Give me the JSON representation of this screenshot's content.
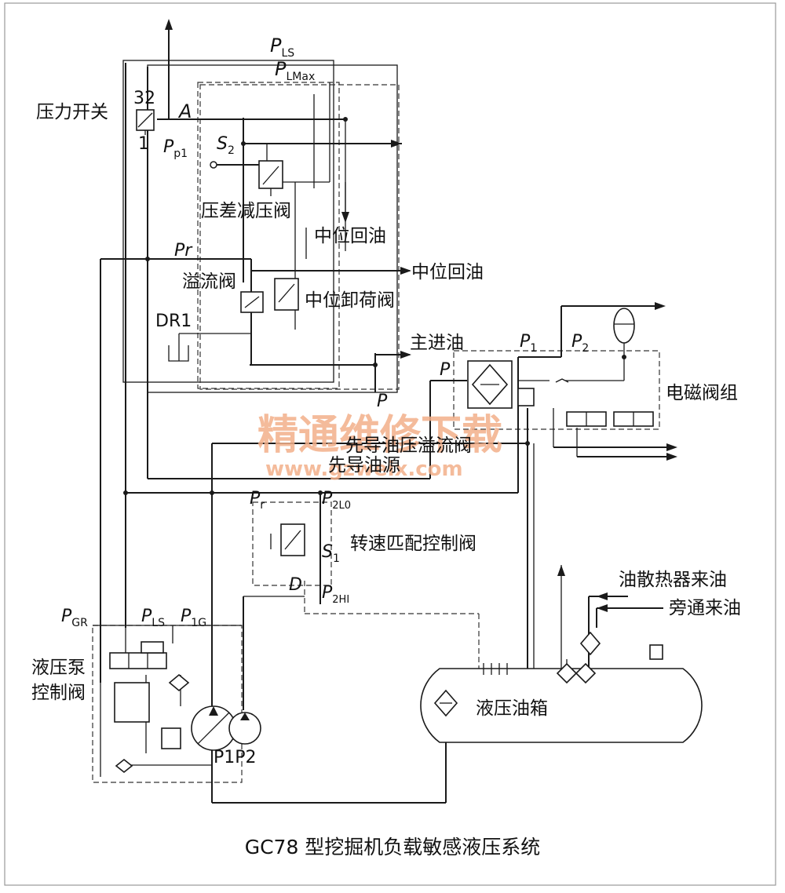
{
  "caption": "GC78 型挖掘机负载敏感液压系统",
  "watermark": {
    "title": "精通维修下载",
    "url": "www.gzweix.com"
  },
  "labels": {
    "pressure_switch": "压力开关",
    "diff_reducing_valve": "压差减压阀",
    "neutral_return_1": "中位回油",
    "neutral_return_2": "中位回油",
    "relief_valve": "溢流阀",
    "neutral_unload_valve": "中位卸荷阀",
    "main_inlet": "主进油",
    "solenoid_group": "电磁阀组",
    "pilot_relief": "先导油压溢流阀",
    "pilot_source": "先导油源",
    "speed_match_valve": "转速匹配控制阀",
    "pump_control_valve_1": "液压泵",
    "pump_control_valve_2": "控制阀",
    "tank": "液压油箱",
    "cooler_return": "油散热器来油",
    "bypass_return": "旁通来油"
  },
  "symbols": {
    "PLS_top": {
      "main": "P",
      "sub": "LS"
    },
    "PLMax": {
      "main": "P",
      "sub": "LMax"
    },
    "A": {
      "main": "A",
      "sub": ""
    },
    "S2": {
      "main": "S",
      "sub": "2"
    },
    "Pp1": {
      "main": "P",
      "sub": "p1"
    },
    "Pr_top": {
      "main": "Pr",
      "sub": ""
    },
    "DR1": {
      "main": "DR1",
      "sub": ""
    },
    "P1": {
      "main": "P",
      "sub": "1"
    },
    "P2": {
      "main": "P",
      "sub": "2"
    },
    "P_sol": {
      "main": "P",
      "sub": ""
    },
    "P_main": {
      "main": "P",
      "sub": ""
    },
    "Pr_mid": {
      "main": "P",
      "sub": "r"
    },
    "P2L0": {
      "main": "P",
      "sub": "2L0"
    },
    "S1": {
      "main": "S",
      "sub": "1"
    },
    "D": {
      "main": "D",
      "sub": ""
    },
    "P2HI": {
      "main": "P",
      "sub": "2HI"
    },
    "PGR": {
      "main": "P",
      "sub": "GR"
    },
    "PLS_bottom": {
      "main": "P",
      "sub": "LS"
    },
    "P1G": {
      "main": "P",
      "sub": "1G"
    },
    "port_32": {
      "main": "32",
      "sub": ""
    },
    "port_1": {
      "main": "1",
      "sub": ""
    },
    "pump_P1P2": {
      "main": "P1P2",
      "sub": ""
    }
  }
}
